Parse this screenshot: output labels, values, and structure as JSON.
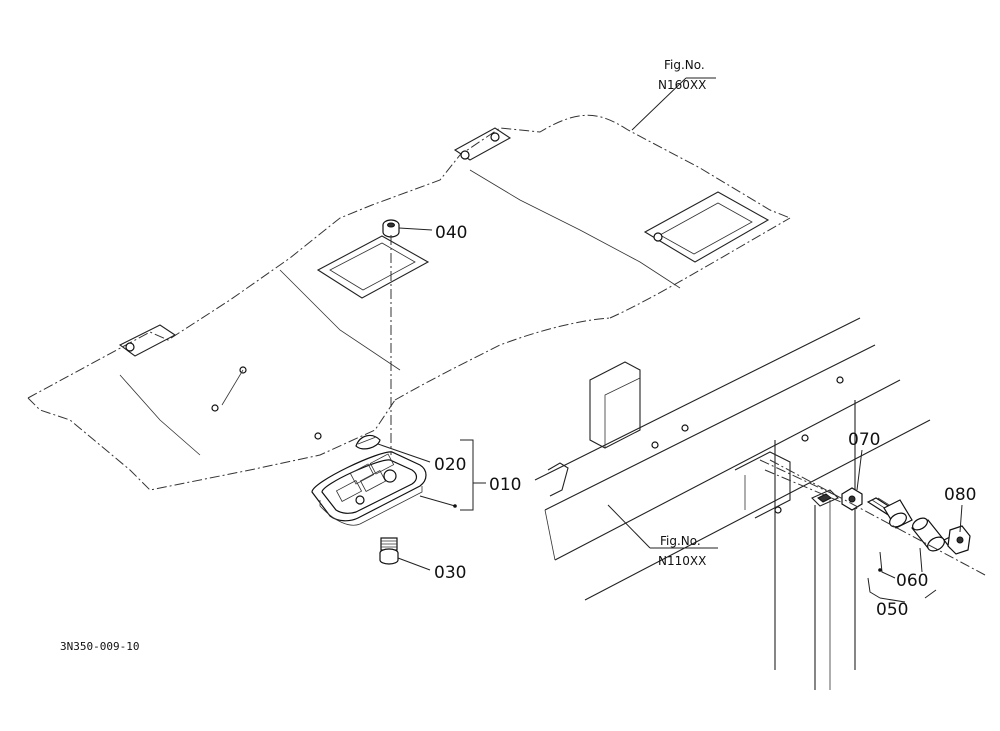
{
  "figure_refs": [
    {
      "label": "Fig.No.",
      "code": "N160XX"
    },
    {
      "label": "Fig.No.",
      "code": "N110XX"
    }
  ],
  "callouts": {
    "p010": "010",
    "p020": "020",
    "p030": "030",
    "p040": "040",
    "p050": "050",
    "p060": "060",
    "p070": "070",
    "p080": "080"
  },
  "drawing_code": "3N350-009-10"
}
